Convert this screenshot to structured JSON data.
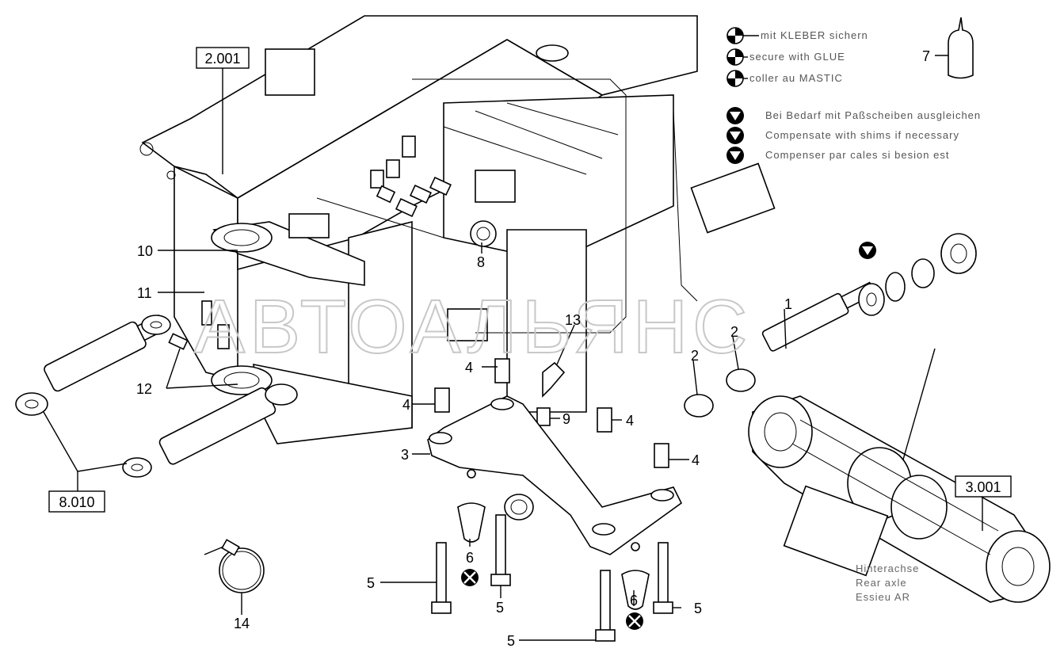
{
  "watermark": "АВТОАЛЬЯНС",
  "legend": {
    "glue": [
      "mit KLEBER sichern",
      "secure with GLUE",
      "coller au MASTIC"
    ],
    "shims": [
      "Bei Bedarf mit Paßscheiben ausgleichen",
      "Compensate with shims if necessary",
      "Compenser par cales si besion est"
    ]
  },
  "glue_ref": "7",
  "boxed_refs": {
    "frame": "2.001",
    "cylinders": "8.010",
    "axle": "3.001"
  },
  "axle_caption": [
    "Hinterachse",
    "Rear axle",
    "Essieu AR"
  ],
  "callouts": {
    "c1": "1",
    "c2a": "2",
    "c2b": "2",
    "c3": "3",
    "c4a": "4",
    "c4b": "4",
    "c4c": "4",
    "c4d": "4",
    "c5a": "5",
    "c5b": "5",
    "c5c": "5",
    "c5d": "5",
    "c6a": "6",
    "c6b": "6",
    "c8": "8",
    "c9": "9",
    "c10": "10",
    "c11": "11",
    "c12": "12",
    "c13": "13",
    "c14": "14"
  },
  "icons": {
    "glue_symbol": "half-filled-circle-icon",
    "shim_symbol": "down-triangle-in-circle-icon",
    "cross_symbol": "crossed-circle-icon"
  }
}
